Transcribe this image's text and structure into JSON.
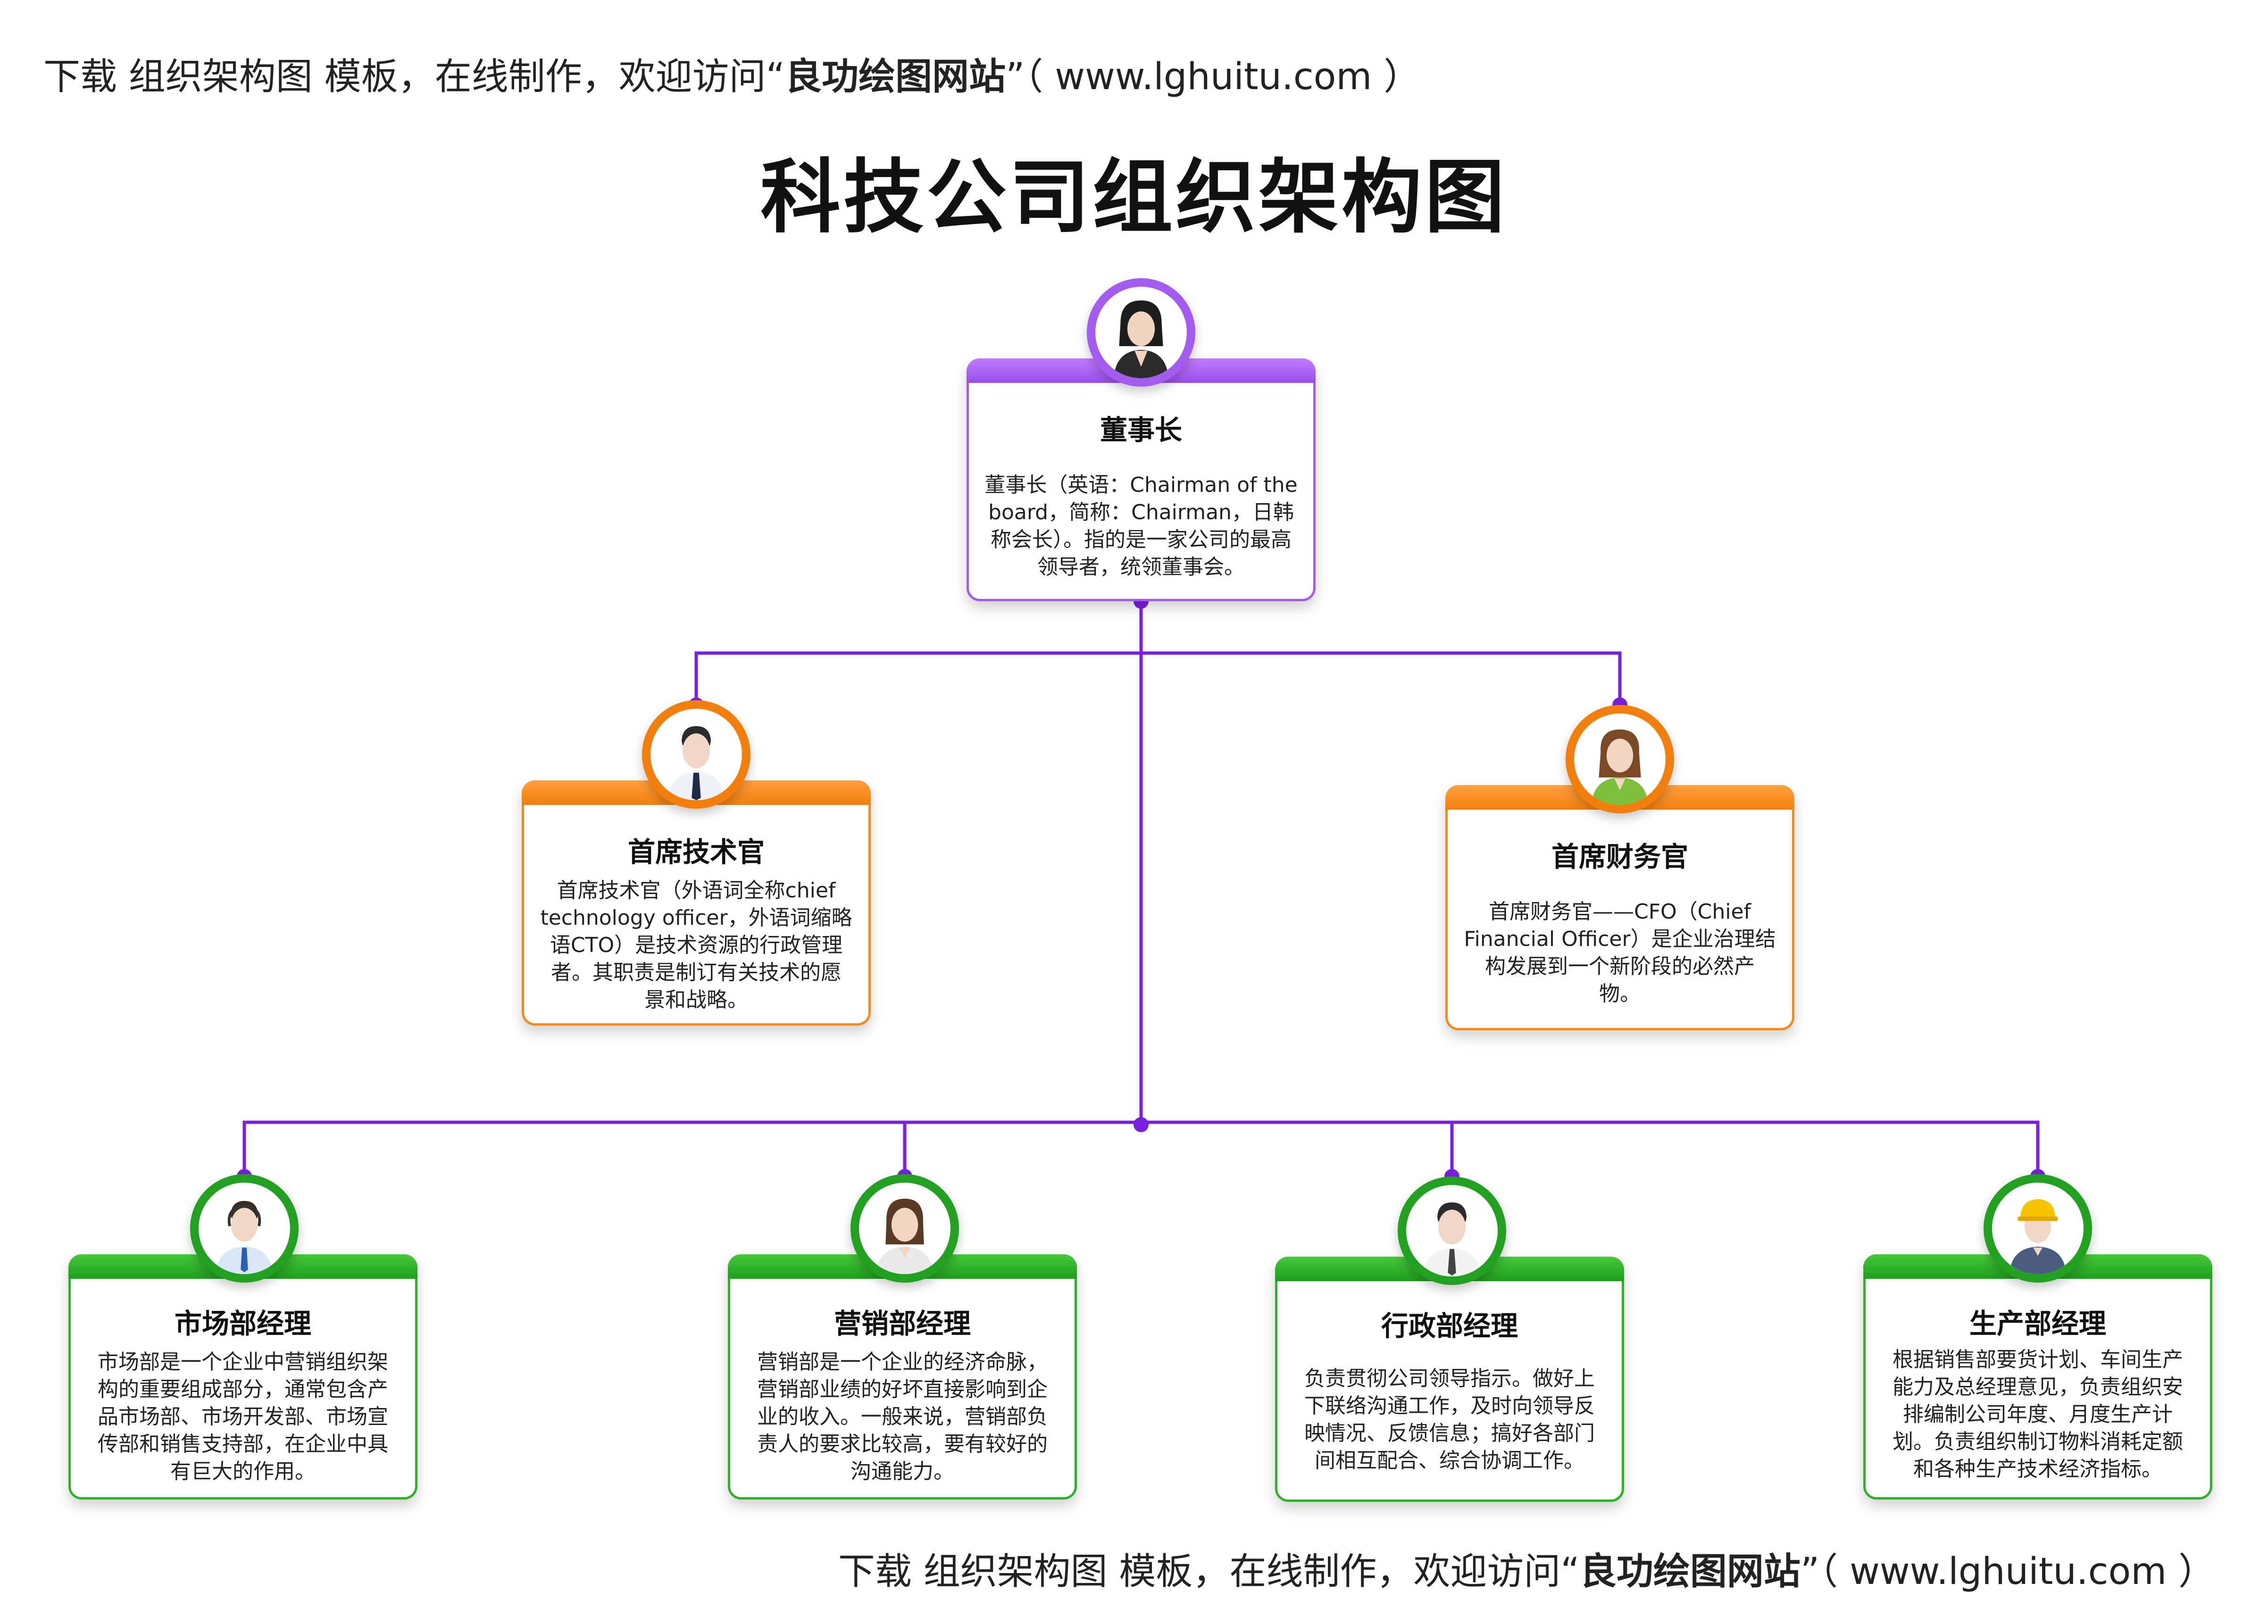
{
  "promo": {
    "prefix": "下载 组织架构图 模板，在线制作，欢迎访问“",
    "site": "良功绘图网站",
    "suffix": "”（ www.lghuitu.com ）"
  },
  "title": "科技公司组织架构图",
  "colors": {
    "line": "#7b1fe0",
    "purple": "#a45cf0",
    "orange": "#f27f0c",
    "green": "#22a020"
  },
  "nodes": {
    "chairman": {
      "name": "董事长",
      "desc_lines": [
        "董事长（英语：Chairman of the",
        "board，简称：Chairman，日韩",
        "称会长）。指的是一家公司的最高",
        "领导者，统领董事会。"
      ],
      "icon": "businesswoman-avatar-icon"
    },
    "cto": {
      "name": "首席技术官",
      "desc_lines": [
        "首席技术官（外语词全称chief",
        "technology officer，外语词缩略",
        "语CTO）是技术资源的行政管理",
        "者。其职责是制订有关技术的愿",
        "景和战略。"
      ],
      "icon": "businessman-avatar-icon"
    },
    "cfo": {
      "name": "首席财务官",
      "desc_lines": [
        "首席财务官——CFO（Chief",
        "Financial Officer）是企业治理结",
        "构发展到一个新阶段的必然产",
        "物。"
      ],
      "icon": "woman-green-avatar-icon"
    },
    "marketing": {
      "name": "市场部经理",
      "desc_lines": [
        "市场部是一个企业中营销组织架",
        "构的重要组成部分，通常包含产",
        "品市场部、市场开发部、市场宣",
        "传部和销售支持部，在企业中具",
        "有巨大的作用。"
      ],
      "icon": "headset-man-avatar-icon"
    },
    "sales": {
      "name": "营销部经理",
      "desc_lines": [
        "营销部是一个企业的经济命脉，",
        "营销部业绩的好坏直接影响到企",
        "业的收入。一般来说，营销部负",
        "责人的要求比较高，要有较好的",
        "沟通能力。"
      ],
      "icon": "woman-avatar-icon"
    },
    "admin": {
      "name": "行政部经理",
      "desc_lines": [
        "负责贯彻公司领导指示。做好上",
        "下联络沟通工作，及时向领导反",
        "映情况、反馈信息；搞好各部门",
        "间相互配合、综合协调工作。"
      ],
      "icon": "man-avatar-icon"
    },
    "production": {
      "name": "生产部经理",
      "desc_lines": [
        "根据销售部要货计划、车间生产",
        "能力及总经理意见，负责组织安",
        "排编制公司年度、月度生产计",
        "划。负责组织制订物料消耗定额",
        "和各种生产技术经济指标。"
      ],
      "icon": "worker-hardhat-avatar-icon"
    }
  }
}
